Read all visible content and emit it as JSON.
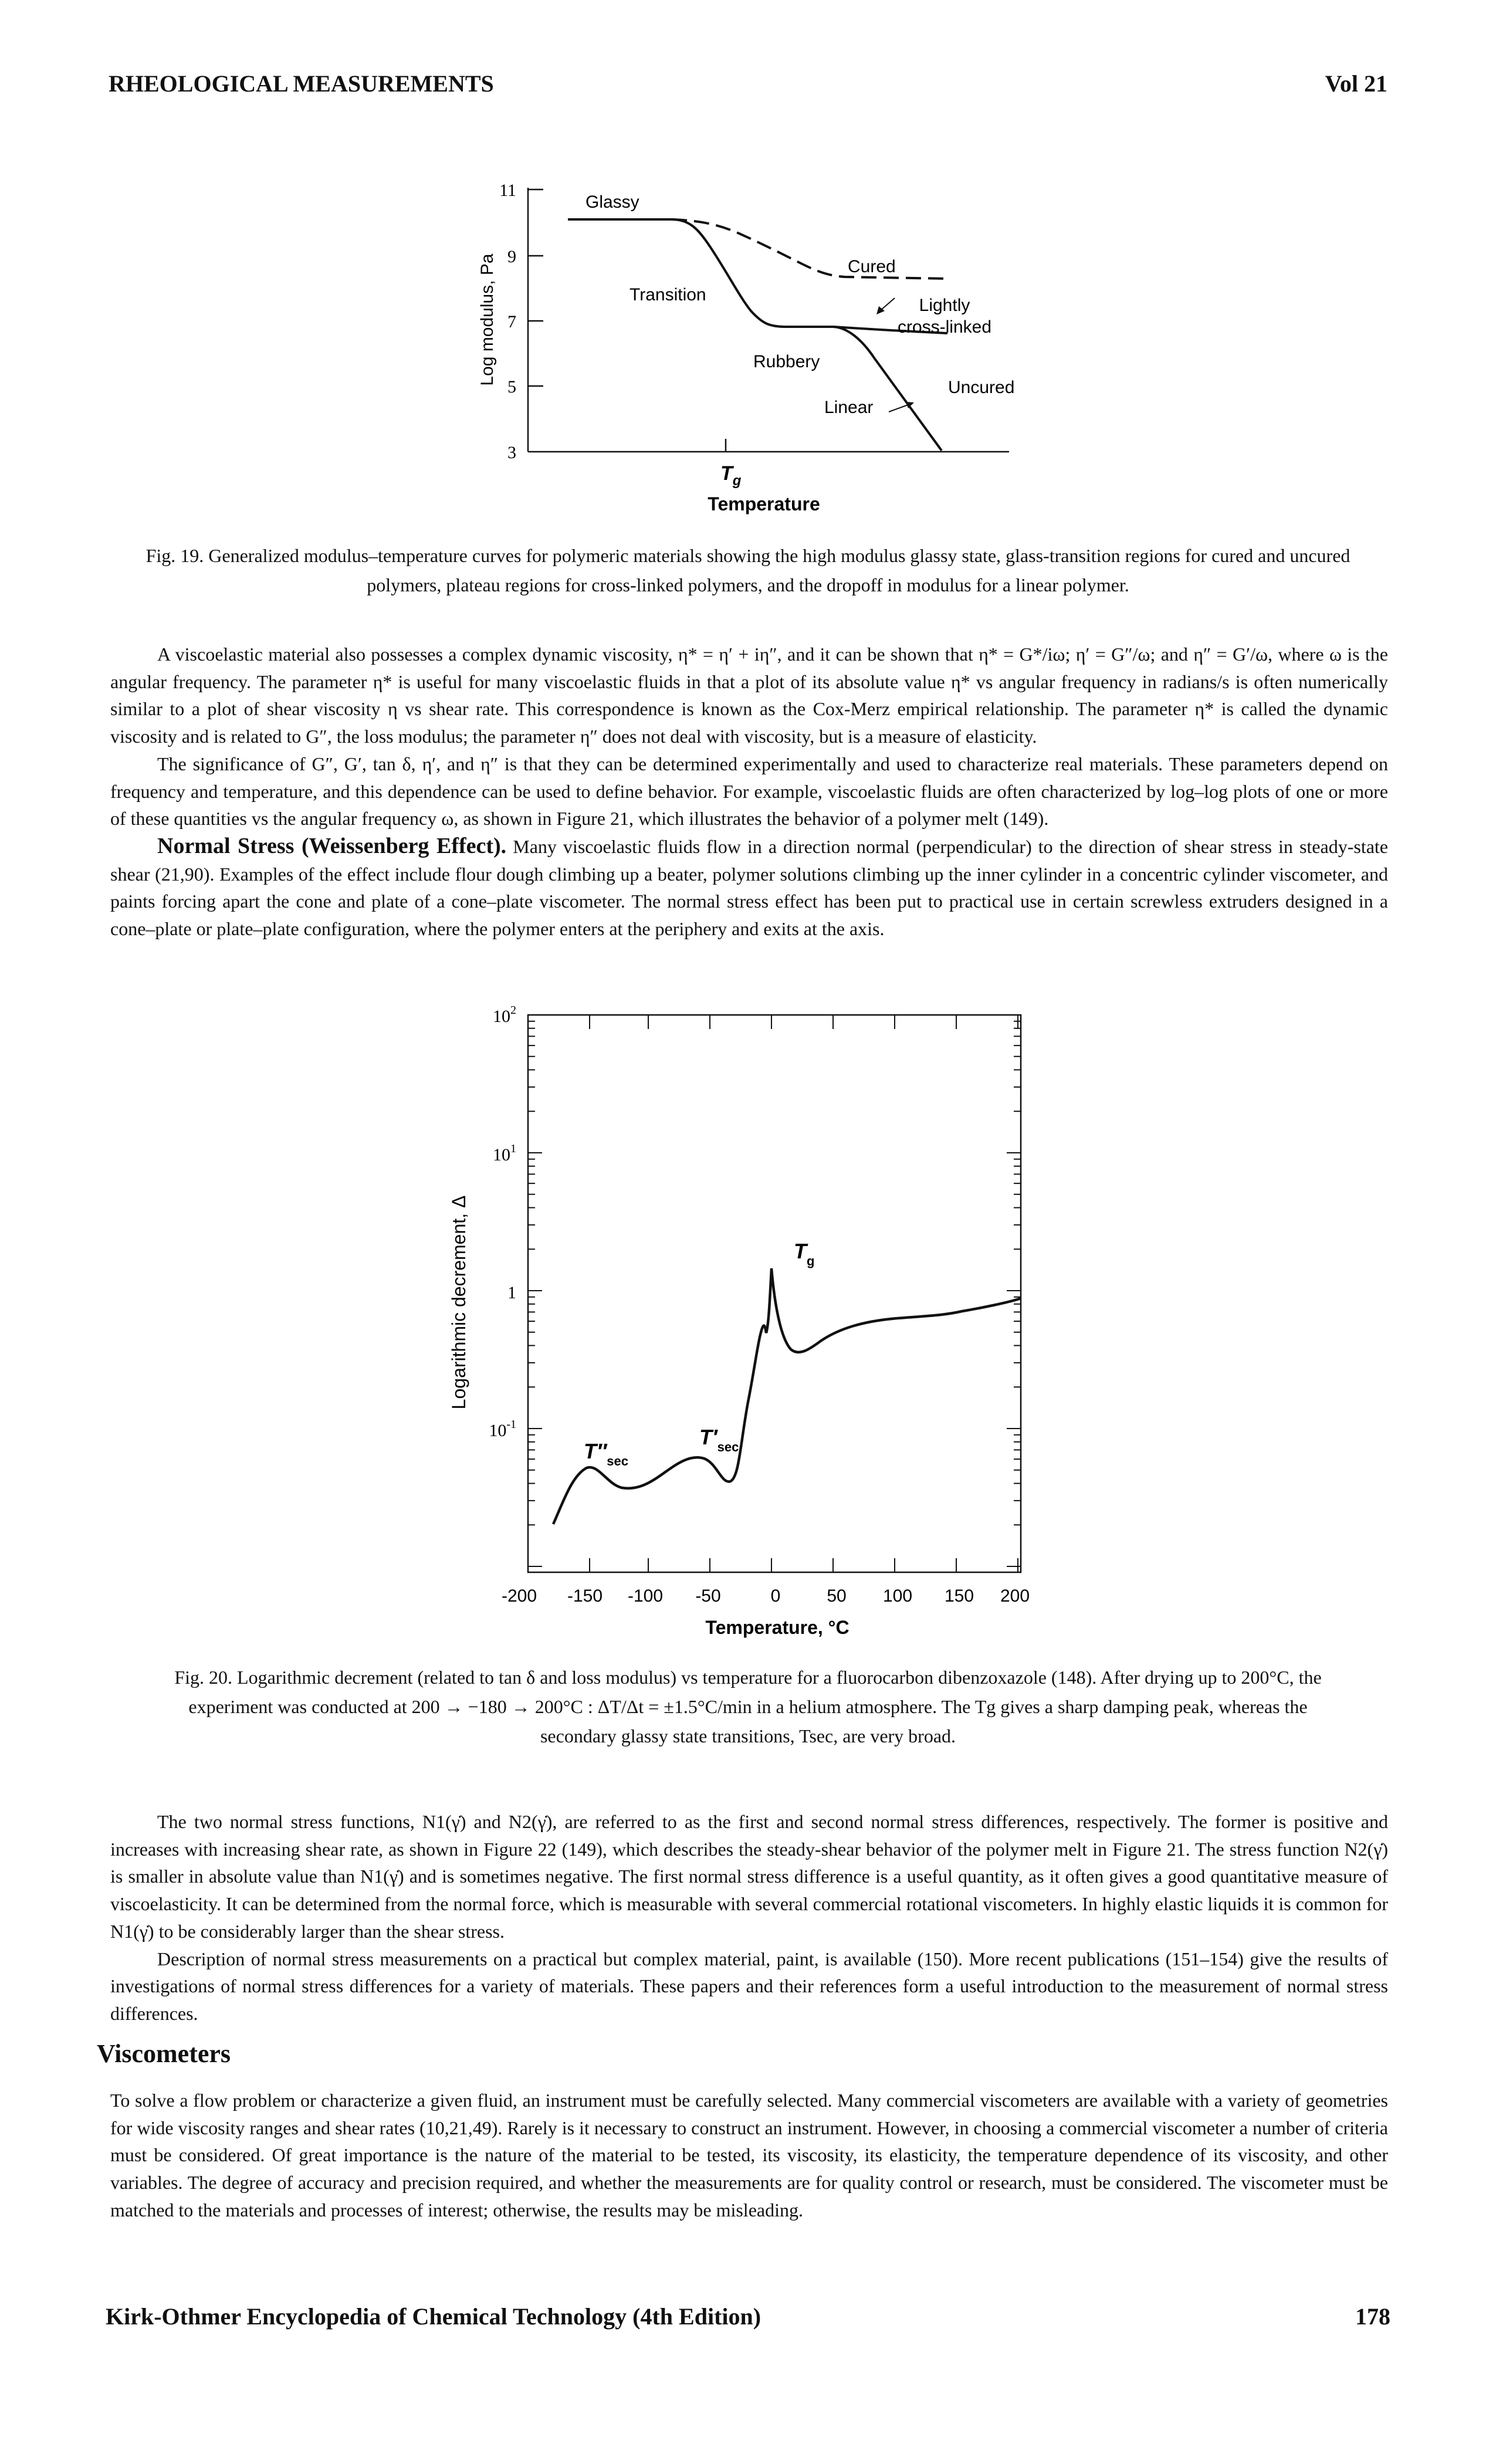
{
  "header": {
    "left": "RHEOLOGICAL MEASUREMENTS",
    "right": "Vol 21"
  },
  "figure19": {
    "ylabel": "Log modulus, Pa",
    "xlabel": "Temperature",
    "tg_label": "T",
    "tg_sub": "g",
    "yticks": [
      "11",
      "9",
      "7",
      "5",
      "3"
    ],
    "labels": {
      "glassy": "Glassy",
      "transition": "Transition",
      "rubbery": "Rubbery",
      "cured": "Cured",
      "lightly_1": "Lightly",
      "lightly_2": "cross-linked",
      "uncured": "Uncured",
      "linear": "Linear"
    },
    "caption": "Fig. 19. Generalized modulus–temperature curves for polymeric materials showing the high modulus glassy state, glass-transition regions for cured and uncured polymers, plateau regions for cross-linked polymers, and the dropoff in modulus for a linear polymer."
  },
  "paragraphs_1": [
    "A viscoelastic material also possesses a complex dynamic viscosity, η* = η′ + iη″, and it can be shown that η* = G*/iω; η′ = G″/ω; and η″ = G′/ω, where ω is the angular frequency. The parameter η* is useful for many viscoelastic fluids in that a plot of its absolute value η* vs angular frequency in radians/s is often numerically similar to a plot of shear viscosity η vs shear rate. This correspondence is known as the Cox-Merz empirical relationship. The parameter η* is called the dynamic viscosity and is related to G″, the loss modulus; the parameter η″ does not deal with viscosity, but is a measure of elasticity.",
    "The significance of G″, G′, tan δ, η′, and η″ is that they can be determined experimentally and used to characterize real materials. These parameters depend on frequency and temperature, and this dependence can be used to define behavior. For example, viscoelastic fluids are often characterized by log–log plots of one or more of these quantities vs the angular frequency ω, as shown in Figure 21, which illustrates the behavior of a polymer melt (149)."
  ],
  "normal_stress": {
    "heading": "Normal Stress (Weissenberg Effect).",
    "text": "Many viscoelastic fluids flow in a direction normal (perpendicular) to the direction of shear stress in steady-state shear (21,90). Examples of the effect include flour dough climbing up a beater, polymer solutions climbing up the inner cylinder in a concentric cylinder viscometer, and paints forcing apart the cone and plate of a cone–plate viscometer. The normal stress effect has been put to practical use in certain screwless extruders designed in a cone–plate or plate–plate configuration, where the polymer enters at the periphery and exits at the axis."
  },
  "figure20": {
    "ylabel": "Logarithmic decrement, Δ",
    "xlabel": "Temperature, °C",
    "yticks": [
      "10",
      "10",
      "1",
      "10"
    ],
    "ytick_exp": [
      "2",
      "1",
      "",
      "-1"
    ],
    "xticks": [
      "-200",
      "-150",
      "-100",
      "-50",
      "0",
      "50",
      "100",
      "150",
      "200"
    ],
    "peak_labels": {
      "t2": "T″",
      "t2_sub": "sec",
      "t1": "T′",
      "t1_sub": "sec",
      "tg": "T",
      "tg_sub": "g"
    },
    "caption_line1": "Fig. 20. Logarithmic decrement (related to tan δ and loss modulus) vs temperature for a fluorocarbon dibenzoxazole (148). After drying up to 200°C, the",
    "caption_line2": "experiment was conducted at 200 → −180 → 200°C : ΔT/Δt = ±1.5°C/min in a helium atmosphere. The Tg gives a sharp damping peak, whereas the",
    "caption_line3": "secondary glassy state transitions, Tsec, are very broad."
  },
  "paragraphs_2": [
    "The two normal stress functions, N1(γ̇) and N2(γ̇), are referred to as the first and second normal stress differences, respectively. The former is positive and increases with increasing shear rate, as shown in Figure 22 (149), which describes the steady-shear behavior of the polymer melt in Figure 21. The stress function N2(γ̇) is smaller in absolute value than N1(γ̇) and is sometimes negative. The first normal stress difference is a useful quantity, as it often gives a good quantitative measure of viscoelasticity. It can be determined from the normal force, which is measurable with several commercial rotational viscometers. In highly elastic liquids it is common for N1(γ̇) to be considerably larger than the shear stress.",
    "Description of normal stress measurements on a practical but complex material, paint, is available (150). More recent publications (151–154) give the results of investigations of normal stress differences for a variety of materials. These papers and their references form a useful introduction to the measurement of normal stress differences."
  ],
  "viscometers": {
    "heading": "Viscometers",
    "text": "To solve a flow problem or characterize a given fluid, an instrument must be carefully selected. Many commercial viscometers are available with a variety of geometries for wide viscosity ranges and shear rates (10,21,49). Rarely is it necessary to construct an instrument. However, in choosing a commercial viscometer a number of criteria must be considered. Of great importance is the nature of the material to be tested, its viscosity, its elasticity, the temperature dependence of its viscosity, and other variables. The degree of accuracy and precision required, and whether the measurements are for quality control or research, must be considered. The viscometer must be matched to the materials and processes of interest; otherwise, the results may be misleading."
  },
  "footer": {
    "left": "Kirk-Othmer Encyclopedia of Chemical Technology (4th Edition)",
    "right": "178"
  }
}
